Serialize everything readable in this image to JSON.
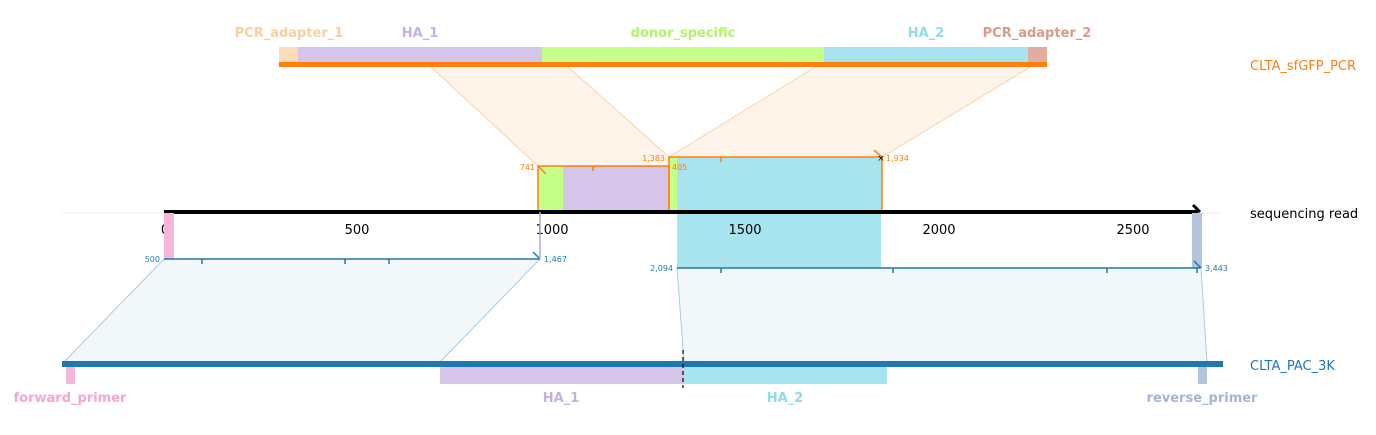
{
  "pcr_product": {
    "name": "CLTA_sfGFP_PCR",
    "features": [
      {
        "label": "PCR_adapter_1",
        "color": "#fcdcb8",
        "text_color": "#f9cf9f"
      },
      {
        "label": "HA_1",
        "color": "#d5c5e8",
        "text_color": "#c5b0e0"
      },
      {
        "label": "donor_specific",
        "color": "#c5ff8a",
        "text_color": "#b4f26c"
      },
      {
        "label": "HA_2",
        "color": "#a8e4ee",
        "text_color": "#8fdbe6"
      },
      {
        "label": "PCR_adapter_2",
        "color": "#e0aea0",
        "text_color": "#d99a88"
      }
    ],
    "line_color": "#ff7f0e"
  },
  "read": {
    "name": "sequencing read",
    "axis_ticks": [
      "0",
      "500",
      "1000",
      "1500",
      "2000",
      "2500"
    ]
  },
  "reference": {
    "name": "CLTA_PAC_3K",
    "color": "#1f77b4",
    "features": [
      {
        "label": "forward_primer",
        "color": "#f7b6d9",
        "text_color": "#f7a6cf"
      },
      {
        "label": "HA_1",
        "color": "#d5c5e8",
        "text_color": "#c5b0e0"
      },
      {
        "label": "HA_2",
        "color": "#a8e4ee",
        "text_color": "#8fdbe6"
      },
      {
        "label": "reverse_primer",
        "color": "#b4c3de",
        "text_color": "#a5b4d4"
      }
    ]
  },
  "alignments": {
    "pcr": [
      {
        "start": "741",
        "end": "1,383"
      },
      {
        "start": "405",
        "end": "1,934"
      }
    ],
    "ref": [
      {
        "start": "500",
        "end": "1,467"
      },
      {
        "start": "2,094",
        "end": "3,443"
      }
    ]
  }
}
